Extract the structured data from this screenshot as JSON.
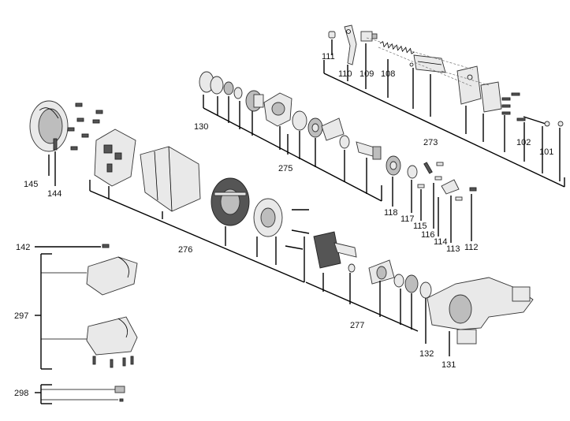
{
  "callouts": [
    {
      "id": "c111",
      "label": "111"
    },
    {
      "id": "c110",
      "label": "110"
    },
    {
      "id": "c109",
      "label": "109"
    },
    {
      "id": "c108",
      "label": "108"
    },
    {
      "id": "c273",
      "label": "273"
    },
    {
      "id": "c102",
      "label": "102"
    },
    {
      "id": "c101",
      "label": "101"
    },
    {
      "id": "c130",
      "label": "130"
    },
    {
      "id": "c275",
      "label": "275"
    },
    {
      "id": "c145",
      "label": "145"
    },
    {
      "id": "c144",
      "label": "144"
    },
    {
      "id": "c276",
      "label": "276"
    },
    {
      "id": "c118",
      "label": "118"
    },
    {
      "id": "c117",
      "label": "117"
    },
    {
      "id": "c115",
      "label": "115"
    },
    {
      "id": "c116",
      "label": "116"
    },
    {
      "id": "c114",
      "label": "114"
    },
    {
      "id": "c113",
      "label": "113"
    },
    {
      "id": "c112",
      "label": "112"
    },
    {
      "id": "c142",
      "label": "142"
    },
    {
      "id": "c297",
      "label": "297"
    },
    {
      "id": "c277",
      "label": "277"
    },
    {
      "id": "c132",
      "label": "132"
    },
    {
      "id": "c131",
      "label": "131"
    },
    {
      "id": "c298",
      "label": "298"
    }
  ]
}
